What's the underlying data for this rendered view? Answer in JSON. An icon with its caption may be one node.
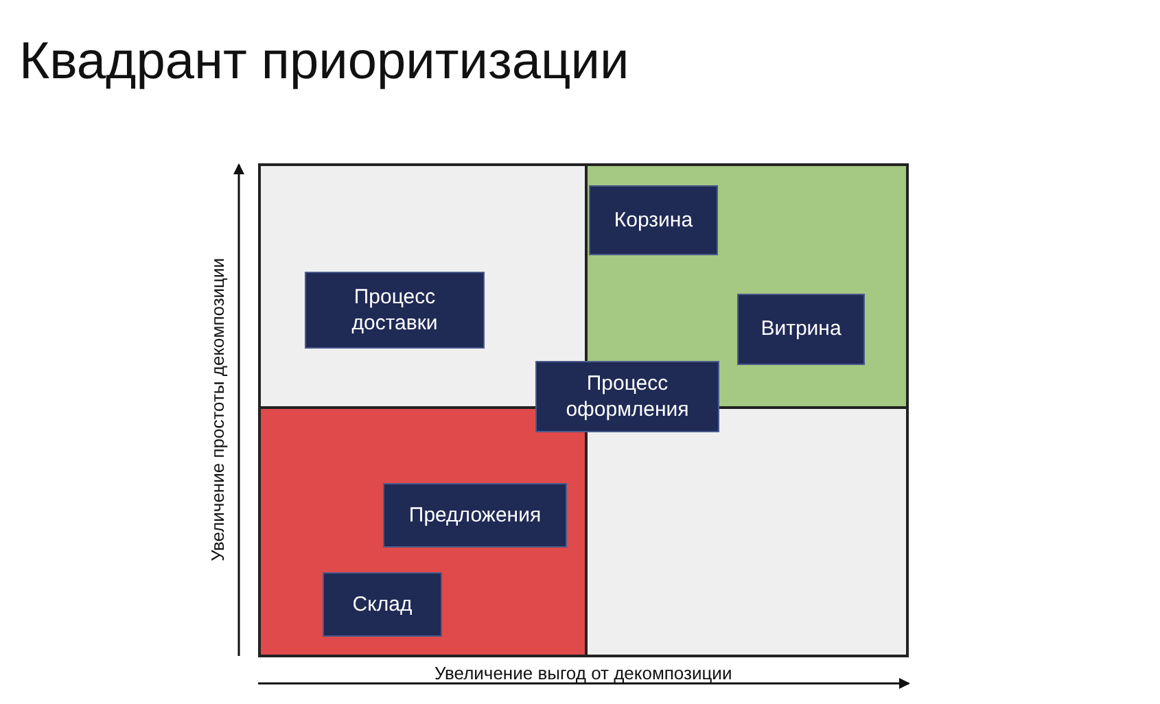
{
  "diagram": {
    "title": "Квадрант приоритизации",
    "nodes": [
      {
        "text": [],
        "shape": "box"
      },
      {
        "text": [
          "Процесс доставки"
        ],
        "in": 0
      },
      {
        "text": [],
        "shape": "box"
      },
      {
        "text": [
          "Корзина"
        ],
        "in": 2
      },
      {
        "text": [
          "Витрина"
        ],
        "in": 2
      },
      {
        "text": [
          "Процесс оформления"
        ]
      },
      {
        "text": [],
        "shape": "box"
      },
      {
        "text": [
          "Предложения"
        ],
        "in": 6
      },
      {
        "text": [
          "Склад"
        ],
        "in": 6
      },
      {
        "text": [],
        "shape": "box"
      }
    ],
    "labels": [
      "Увеличение простоты декомпозиции",
      "Увеличение выгод от декомпозиции"
    ]
  }
}
